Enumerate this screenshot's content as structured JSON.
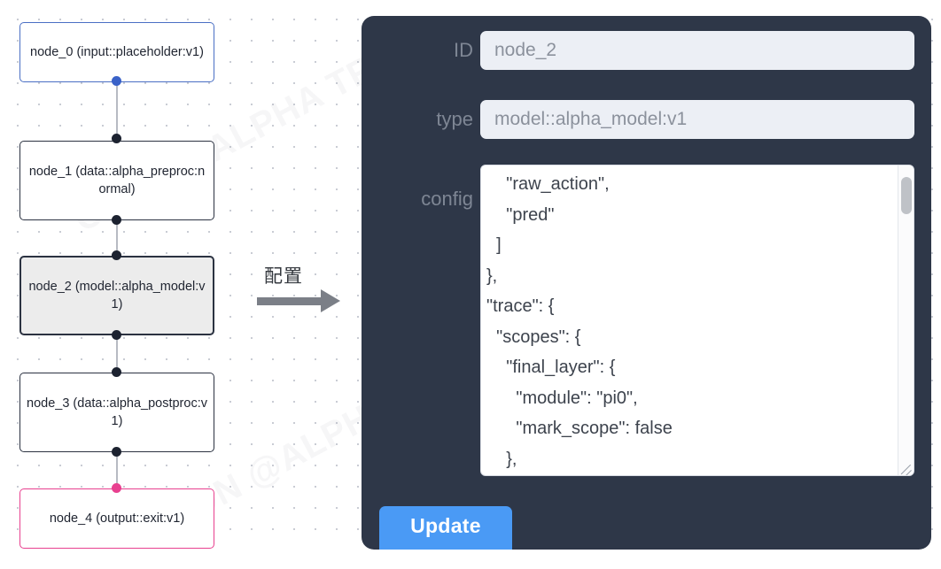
{
  "graph": {
    "nodes": [
      {
        "id": "node_0",
        "type": "(input::placeholder:v1)",
        "variant": "input",
        "selected": false
      },
      {
        "id": "node_1",
        "type": "(data::alpha_preproc:normal)",
        "variant": "default",
        "selected": false
      },
      {
        "id": "node_2",
        "type": "(model::alpha_model:v1)",
        "variant": "default",
        "selected": true
      },
      {
        "id": "node_3",
        "type": "(data::alpha_postproc:v1)",
        "variant": "default",
        "selected": false
      },
      {
        "id": "node_4",
        "type": "(output::exit:v1)",
        "variant": "output",
        "selected": false
      }
    ],
    "node_labels": [
      "node_0\n(input::placeholder:v1)",
      "node_1\n(data::alpha_preproc:normal)",
      "node_2\n(model::alpha_model:v1)",
      "node_3\n(data::alpha_postproc:v1)",
      "node_4\n(output::exit:v1)"
    ],
    "colors": {
      "input_border": "#4a6fc4",
      "output_border": "#e8408f",
      "default_border": "#2b3241",
      "selected_fill": "#ececec",
      "edge": "#b7bbc3",
      "port": "#1c2230"
    }
  },
  "arrow": {
    "label": "配置",
    "color": "#7b7f87"
  },
  "panel": {
    "background": "#2e3748",
    "fields": {
      "id": {
        "label": "ID",
        "value": "node_2"
      },
      "type": {
        "label": "type",
        "value": "model::alpha_model:v1"
      },
      "config": {
        "label": "config"
      }
    },
    "config_text": "    \"raw_action\",\n    \"pred\"\n  ]\n},\n\"trace\": {\n  \"scopes\": {\n    \"final_layer\": {\n      \"module\": \"pi0\",\n      \"mark_scope\": false\n    },\n    \"action_model\": {",
    "update_button": {
      "label": "Update",
      "color": "#4a9af5"
    }
  },
  "watermark": {
    "lines": [
      "CSDN @ALPHA TRACE",
      "CSDN @ALPHA TRACE",
      "CSDN @ALPHA TRACE"
    ]
  }
}
